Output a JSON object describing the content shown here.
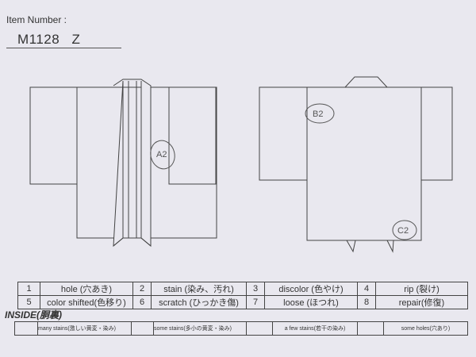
{
  "item": {
    "label": "Item Number :",
    "value": "M1128  Z"
  },
  "annotations": {
    "front": "A2",
    "back_top": "B2",
    "back_bottom": "C2"
  },
  "legend": [
    [
      {
        "num": "1",
        "text": "hole (穴あき)"
      },
      {
        "num": "2",
        "text": "stain (染み、汚れ)"
      },
      {
        "num": "3",
        "text": "discolor (色やけ)"
      },
      {
        "num": "4",
        "text": "rip (裂け)"
      }
    ],
    [
      {
        "num": "5",
        "text": "color shifted(色移り)"
      },
      {
        "num": "6",
        "text": "scratch (ひっかき傷)"
      },
      {
        "num": "7",
        "text": "loose (ほつれ)"
      },
      {
        "num": "8",
        "text": "repair(修復)"
      }
    ]
  ],
  "inside": {
    "label": "INSIDE(胴裏)",
    "options": [
      "many stains(激しい黄変・染み)",
      "some stains(多小の黄変・染み)",
      "a few stains(若干の染み)",
      "some holes(穴あり)"
    ]
  }
}
